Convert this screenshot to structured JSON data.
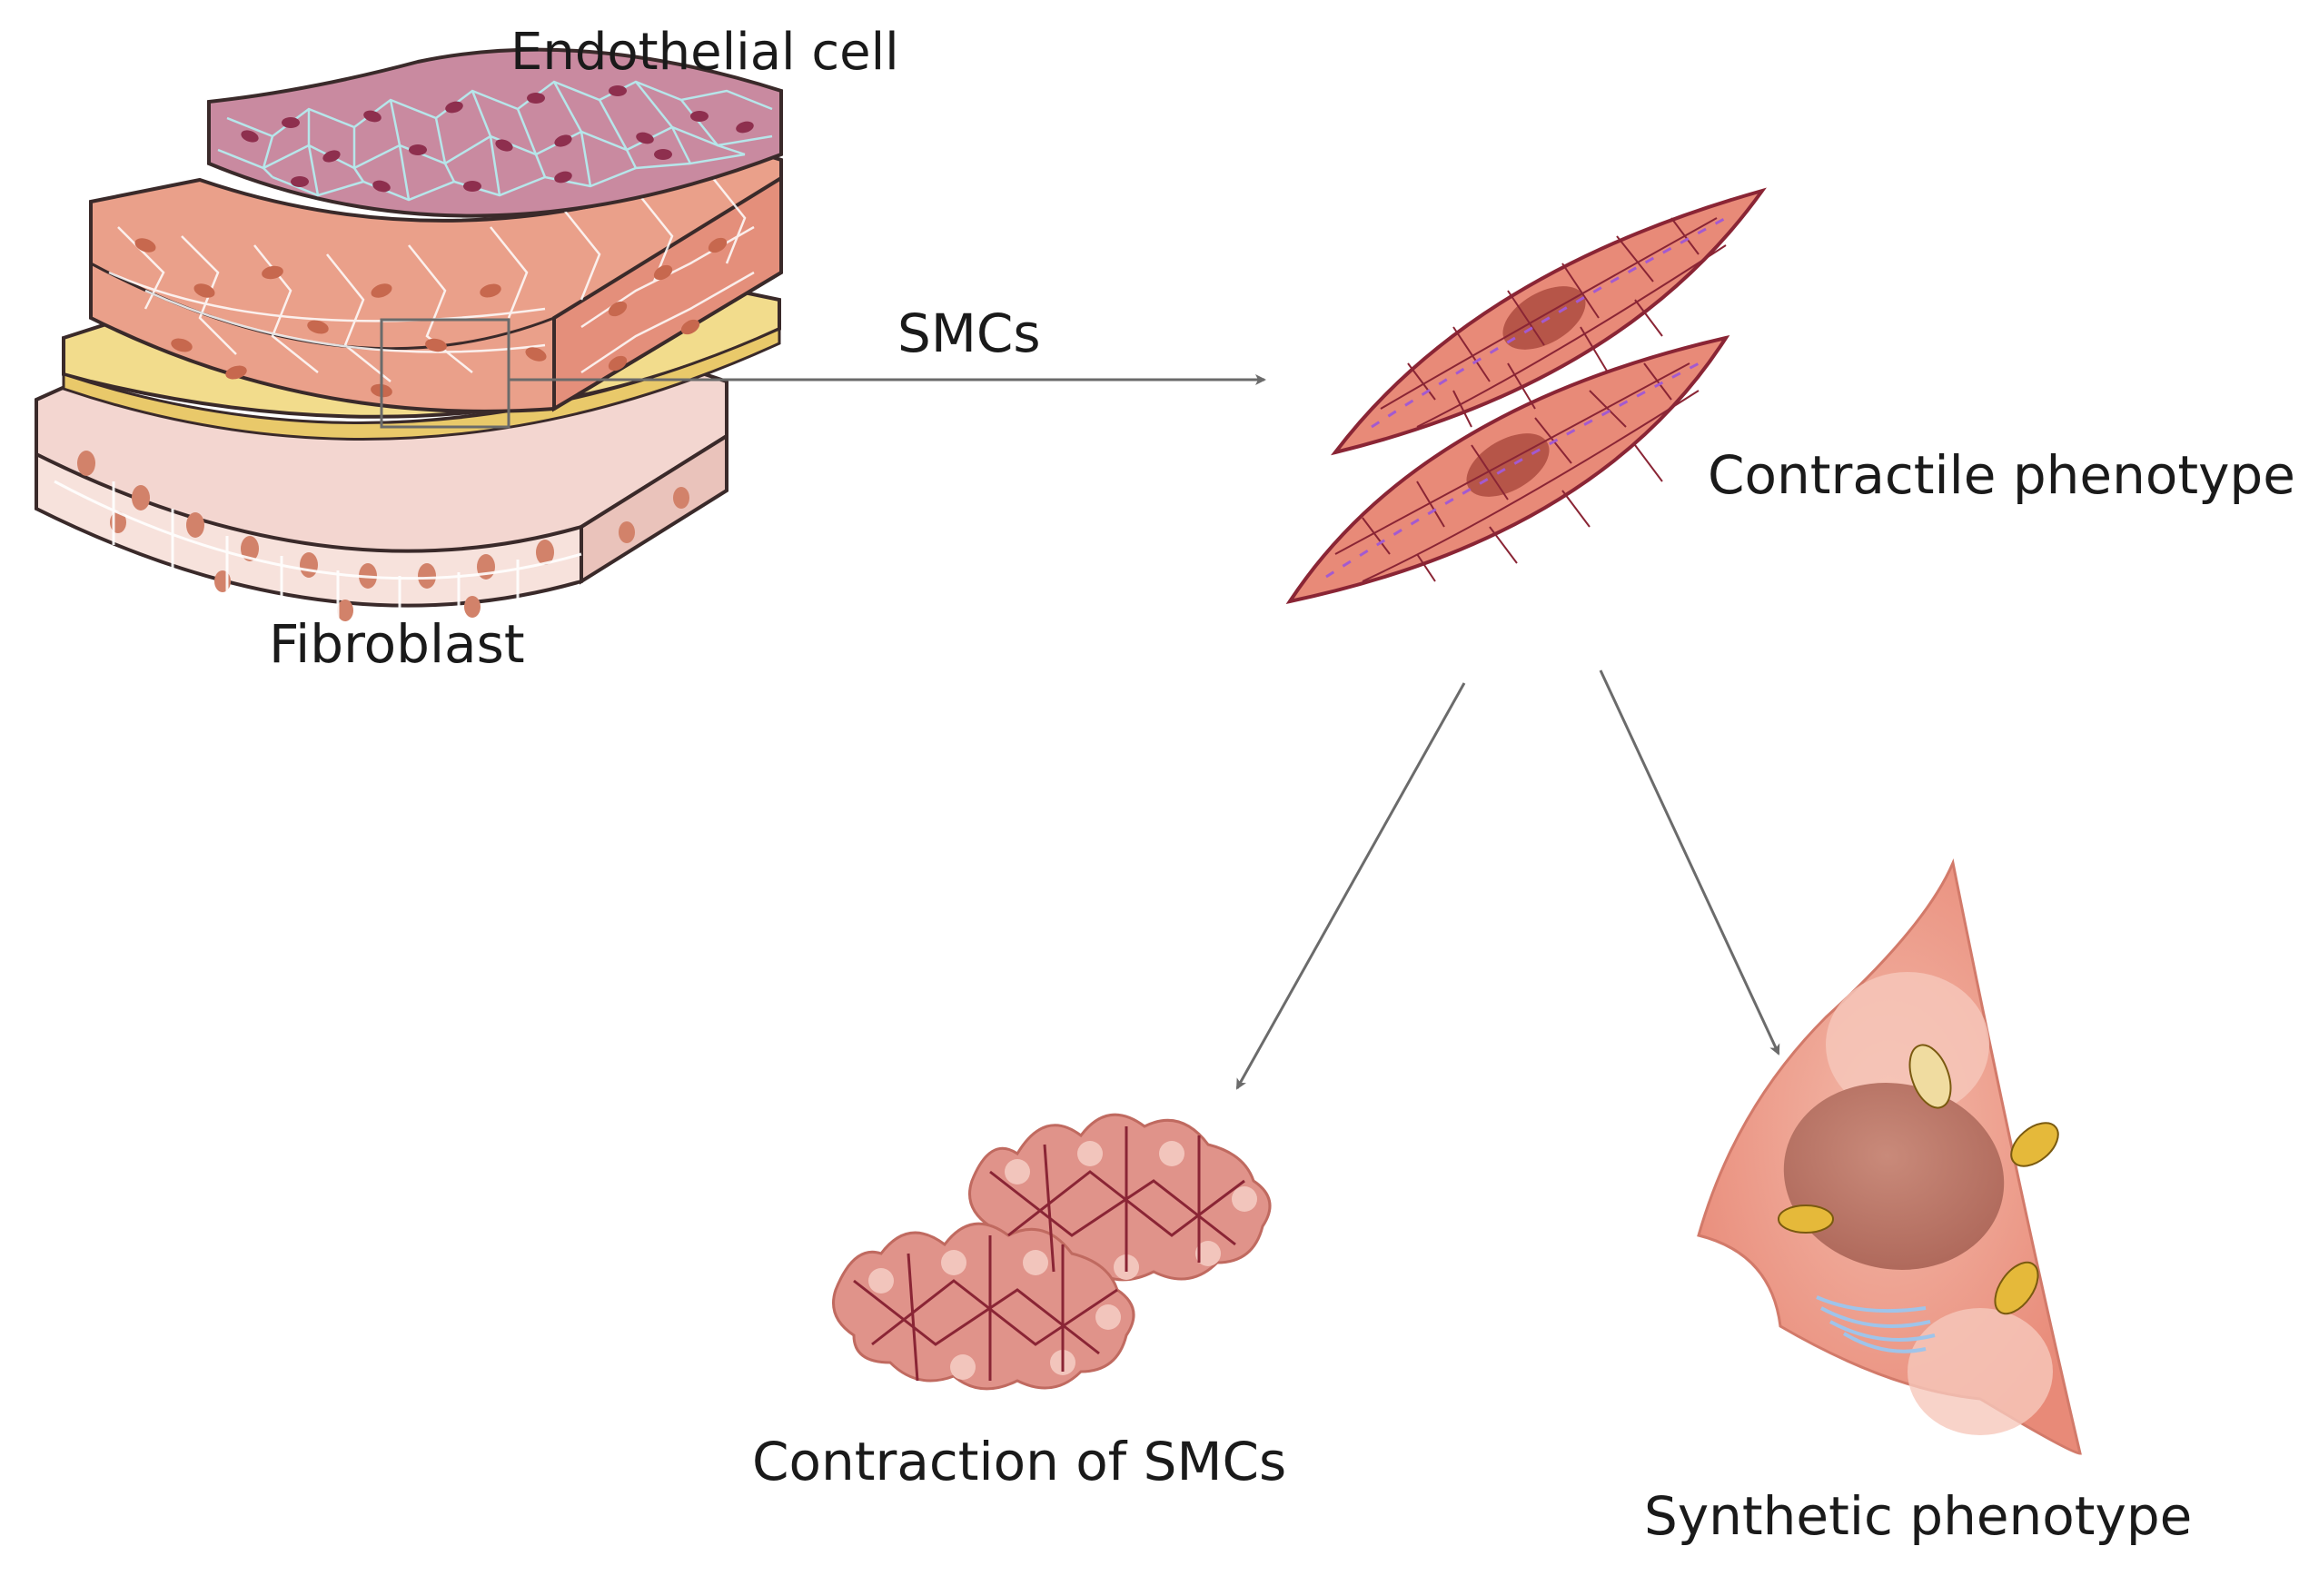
{
  "labels": {
    "endothelial": "Endothelial cell",
    "fibroblast": "Fibroblast",
    "smcs": "SMCs",
    "contractile": "Contractile phenotype",
    "contraction": "Contraction of SMCs",
    "synthetic": "Synthetic phenotype"
  },
  "colors": {
    "endothelium": "#c98aa0",
    "endothelium_nucleus": "#8e2f4e",
    "media": "#eaa08a",
    "media_nucleus": "#c7684e",
    "elastic_lamina": "#f2dc8c",
    "adventitia": "#f3d6d0",
    "arrow": "#6b6b6b",
    "smc_fill": "#e88a78",
    "smc_outline": "#8a2535",
    "synthetic_fill": "#ea8f7e"
  }
}
